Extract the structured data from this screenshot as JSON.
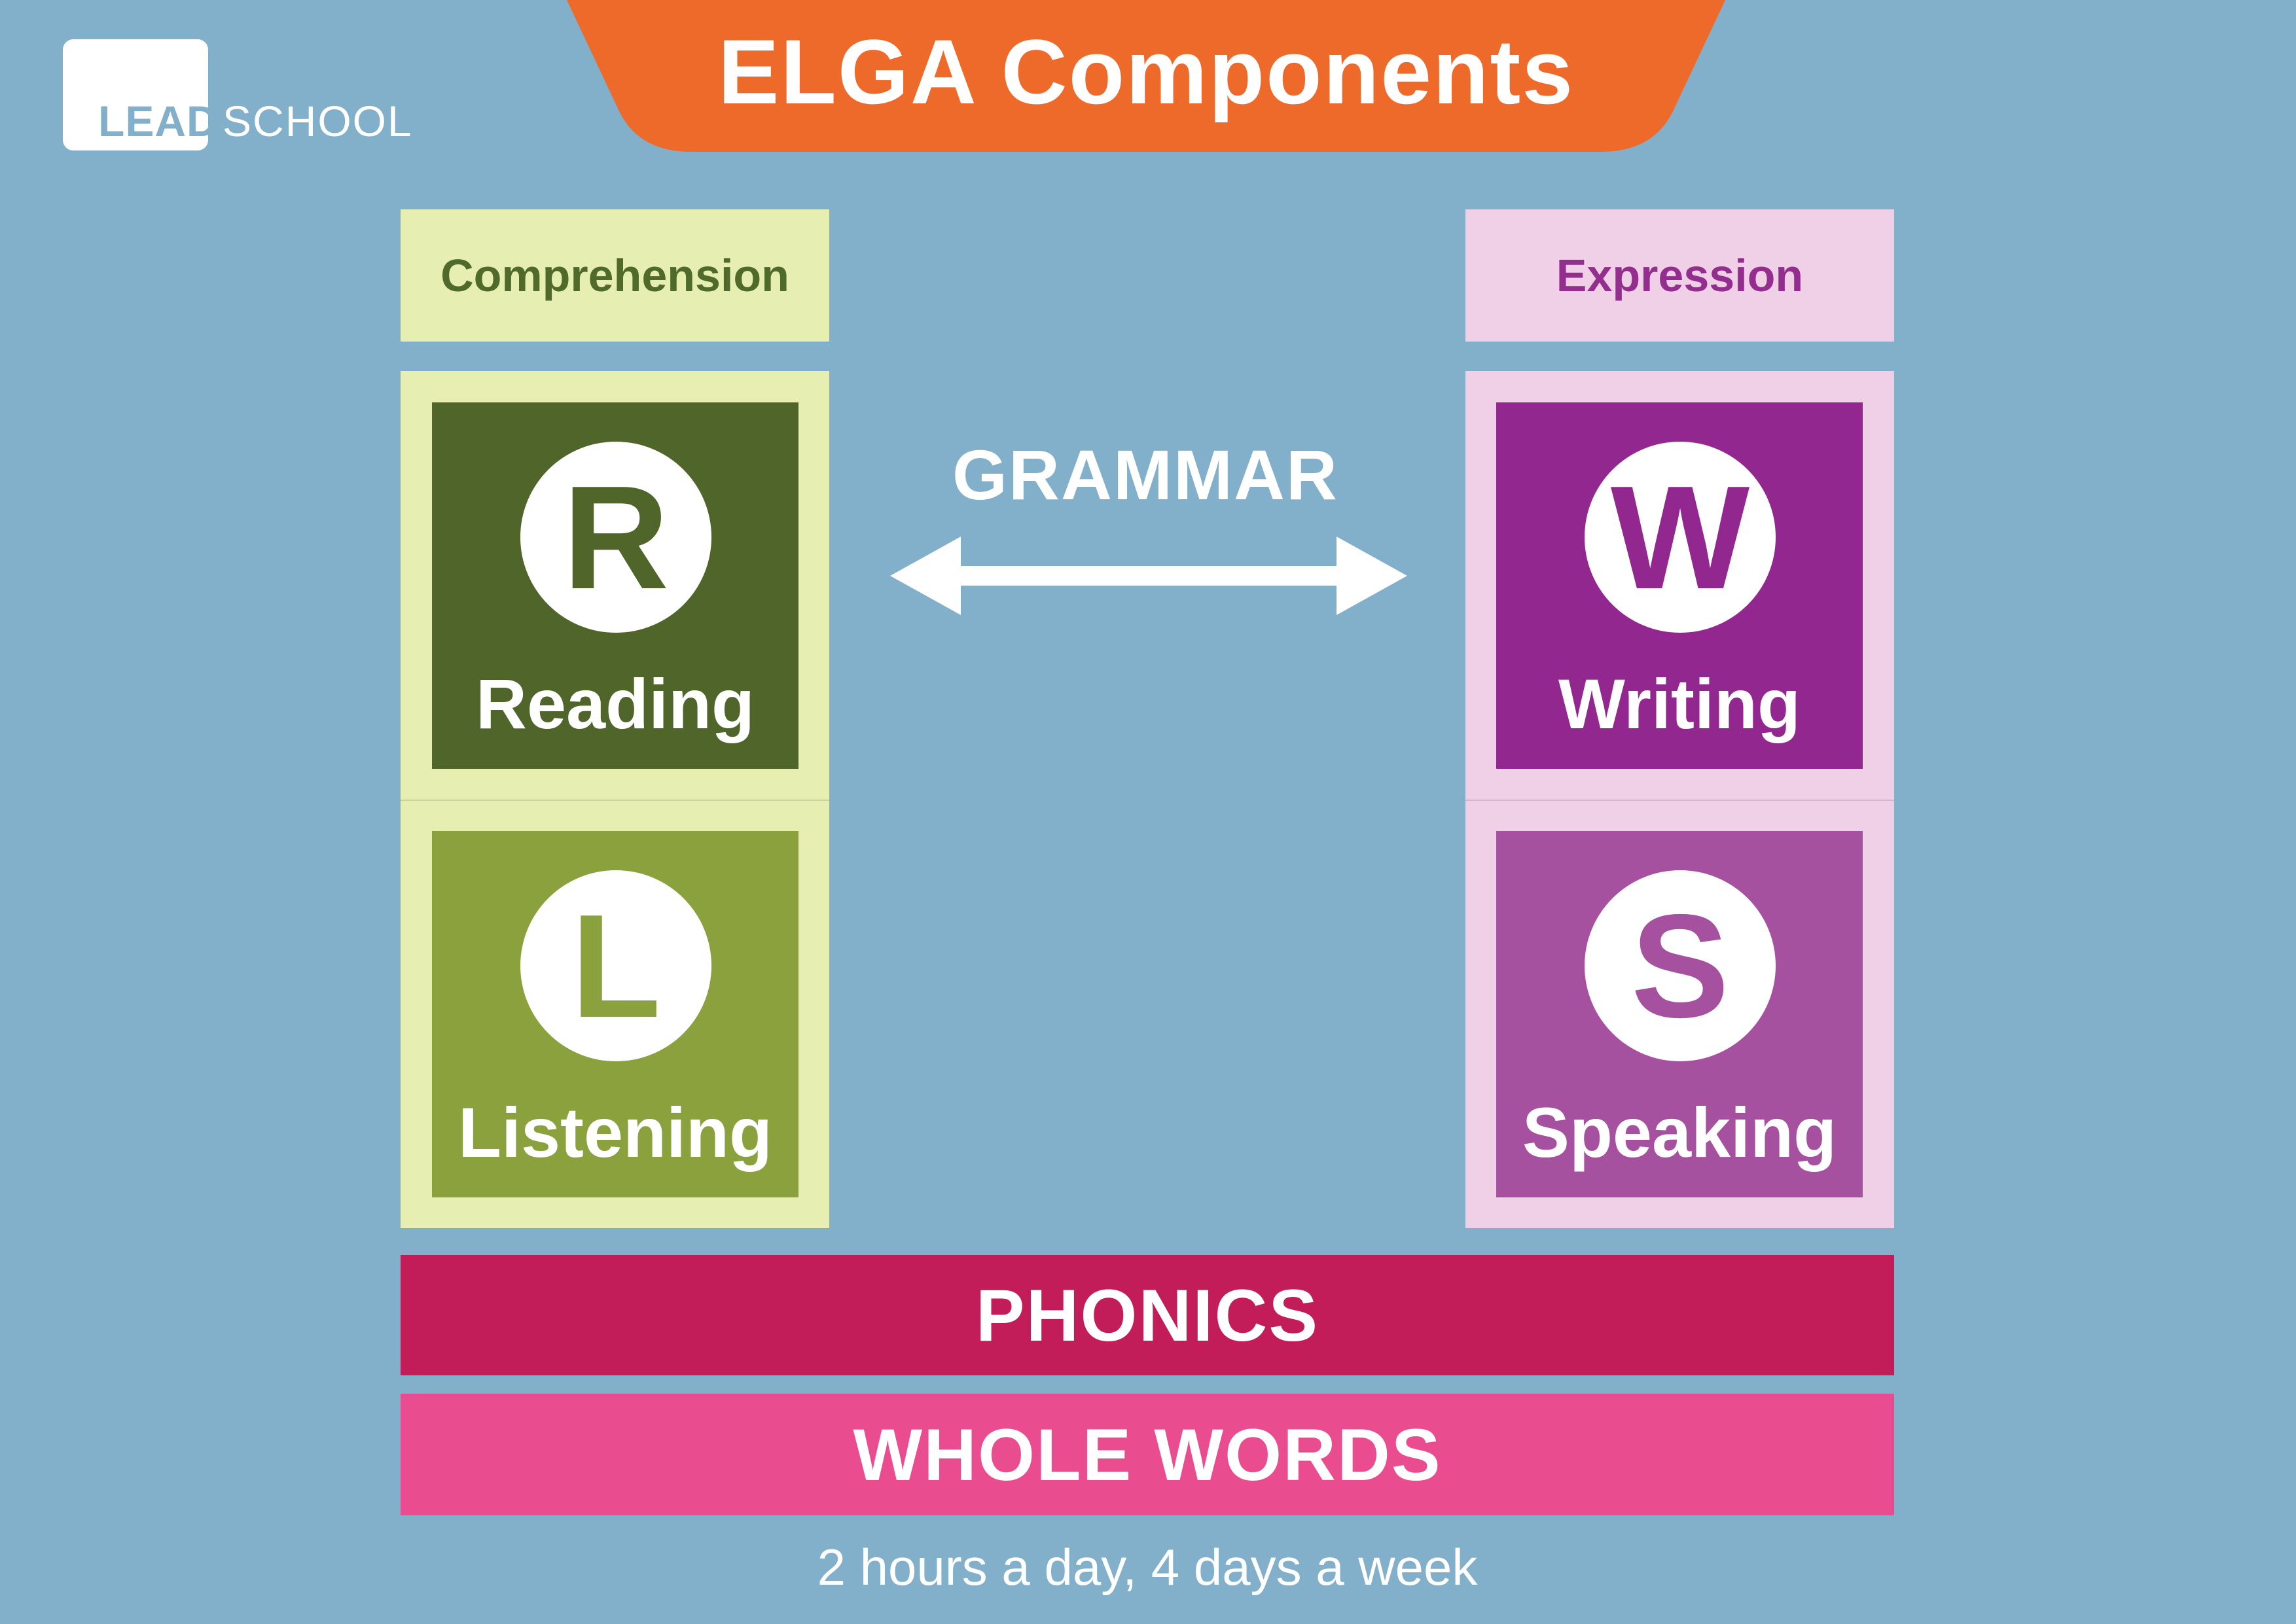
{
  "logo": {
    "lead": "LEAD",
    "school": "SCHOOL"
  },
  "title": "ELGA Components",
  "comprehension": {
    "header": "Comprehension",
    "skills": [
      {
        "letter": "R",
        "label": "Reading",
        "color": "#50652A"
      },
      {
        "letter": "L",
        "label": "Listening",
        "color": "#8BA13D"
      }
    ]
  },
  "expression": {
    "header": "Expression",
    "skills": [
      {
        "letter": "W",
        "label": "Writing",
        "color": "#92278F"
      },
      {
        "letter": "S",
        "label": "Speaking",
        "color": "#A650A0"
      }
    ]
  },
  "grammar": "GRAMMAR",
  "bars": {
    "phonics": "PHONICS",
    "whole_words": "WHOLE WORDS"
  },
  "footer": "2 hours a day, 4 days a week",
  "colors": {
    "background": "#82AFCA",
    "title_tab": "#EE6A2A",
    "comprehension_light": "#E7EEB2",
    "expression_light": "#F0D0E6",
    "phonics": "#C21C59",
    "whole_words": "#E94D90"
  }
}
